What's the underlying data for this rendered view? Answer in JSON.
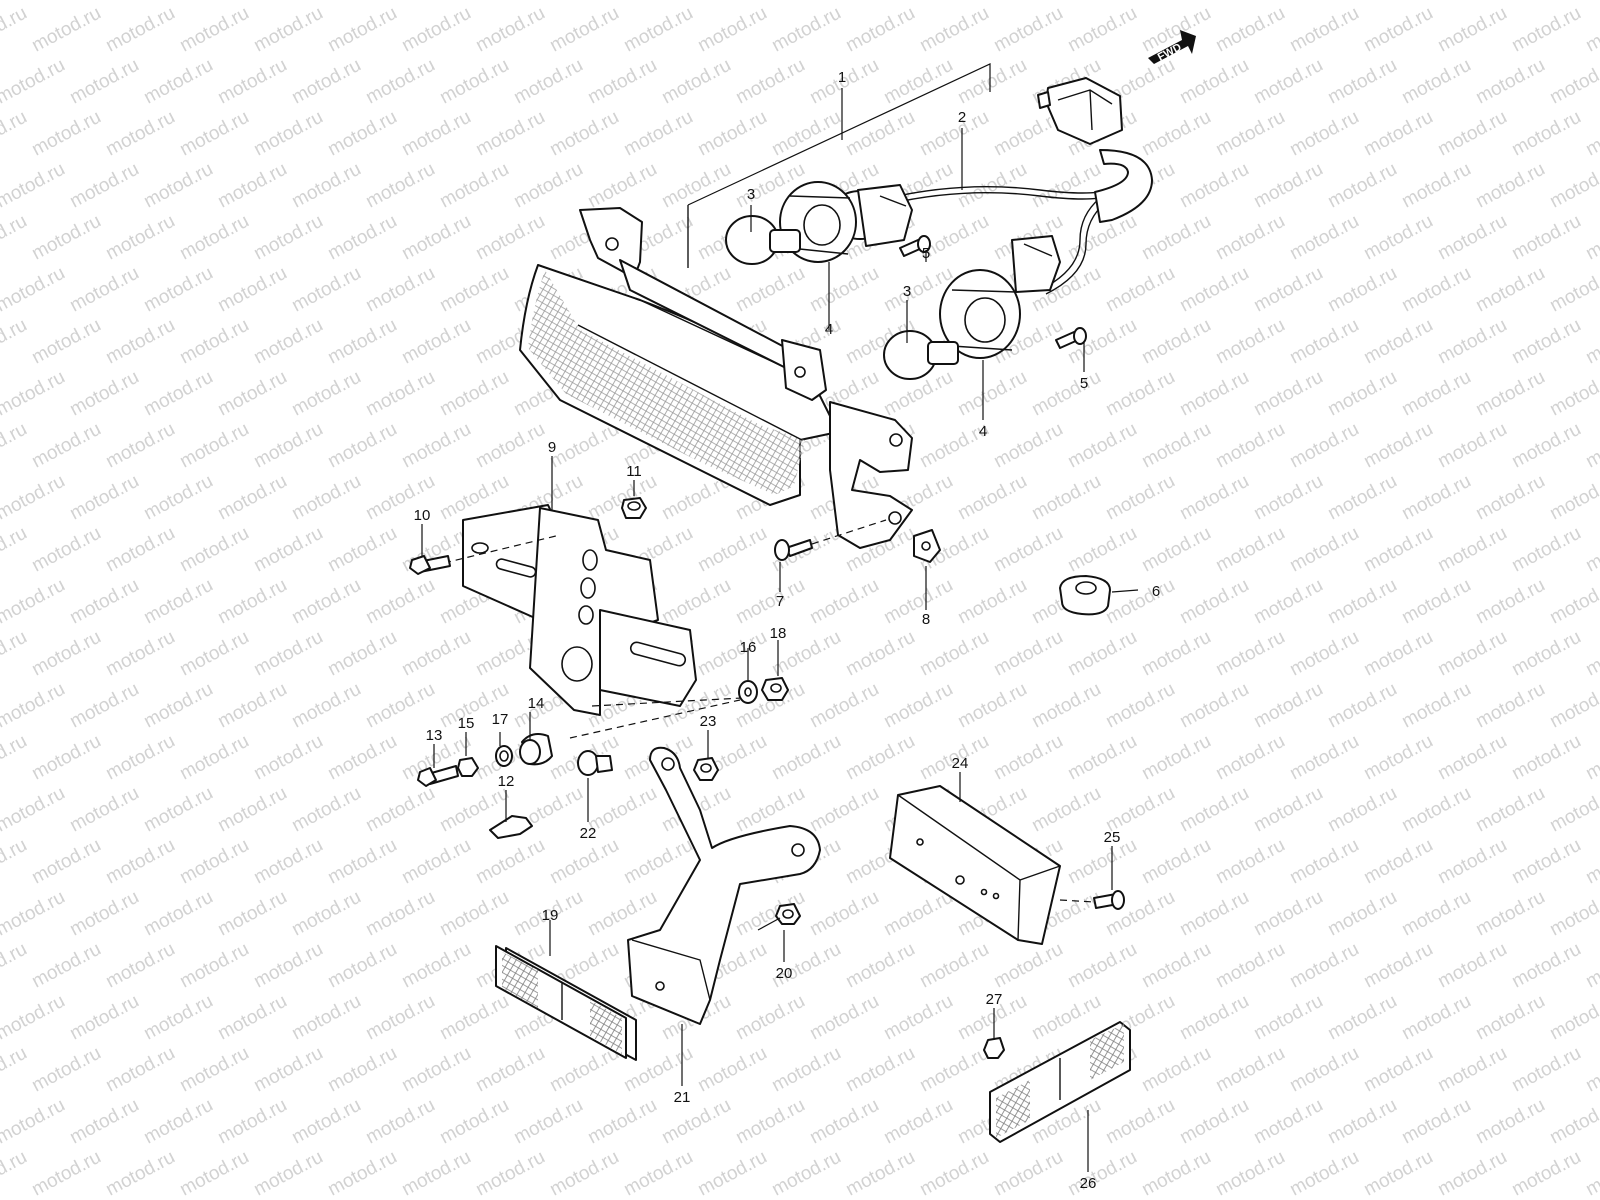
{
  "watermark": "motod.ru",
  "fwd_badge": "FWD",
  "callouts": [
    "1",
    "2",
    "3",
    "3",
    "4",
    "4",
    "5",
    "5",
    "6",
    "7",
    "8",
    "9",
    "10",
    "11",
    "12",
    "13",
    "14",
    "15",
    "16",
    "17",
    "18",
    "19",
    "20",
    "21",
    "22",
    "23",
    "24",
    "25",
    "26",
    "27"
  ]
}
